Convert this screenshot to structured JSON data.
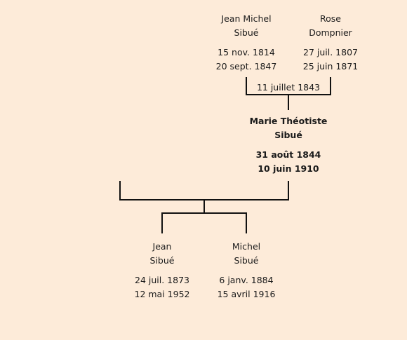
{
  "father": {
    "first_name": "Jean Michel",
    "last_name": "Sibué",
    "birth": "15 nov. 1814",
    "death": "20 sept. 1847"
  },
  "mother": {
    "first_name": "Rose",
    "last_name": "Dompnier",
    "birth": "27 juil. 1807",
    "death": "25 juin 1871"
  },
  "parents_marriage": "11 juillet 1843",
  "focus": {
    "first_name": "Marie Théotiste",
    "last_name": "Sibué",
    "birth": "31 août 1844",
    "death": "10 juin 1910"
  },
  "children": [
    {
      "first_name": "Jean",
      "last_name": "Sibué",
      "birth": "24 juil. 1873",
      "death": "12 mai 1952"
    },
    {
      "first_name": "Michel",
      "last_name": "Sibué",
      "birth": "6 janv. 1884",
      "death": "15 avril 1916"
    }
  ]
}
